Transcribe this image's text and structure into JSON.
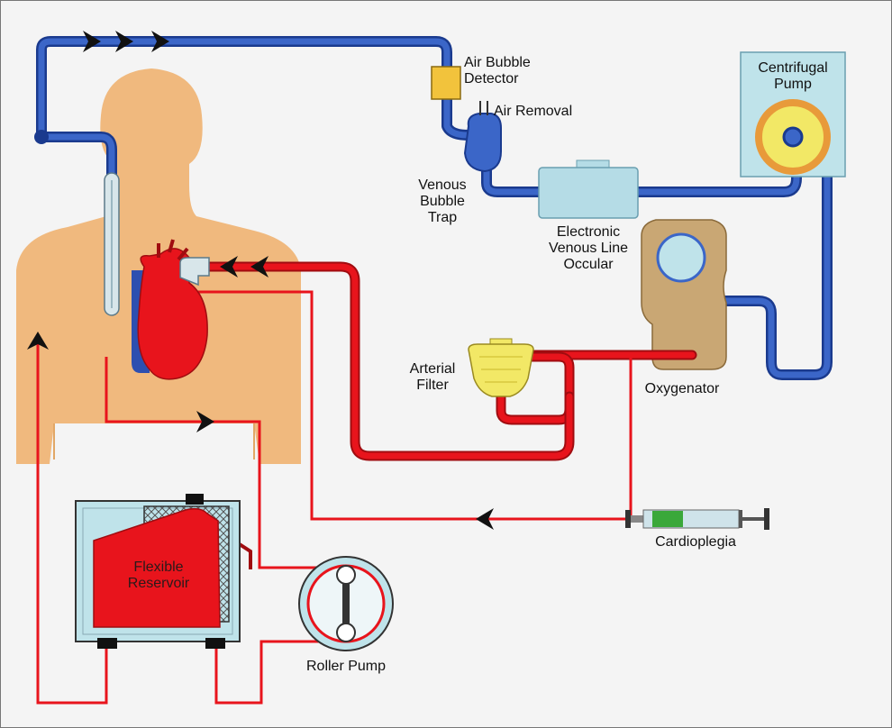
{
  "labels": {
    "air_bubble_detector": [
      "Air Bubble",
      "Detector"
    ],
    "air_removal": "Air Removal",
    "centrifugal_pump": [
      "Centrifugal",
      "Pump"
    ],
    "venous_bubble_trap": [
      "Venous",
      "Bubble",
      "Trap"
    ],
    "electronic_venous_line_occular": [
      "Electronic",
      "Venous Line",
      "Occular"
    ],
    "arterial_filter": [
      "Arterial",
      "Filter"
    ],
    "oxygenator": "Oxygenator",
    "cardioplegia": "Cardioplegia",
    "flexible_reservoir": [
      "Flexible",
      "Reservoir"
    ],
    "roller_pump": "Roller Pump"
  },
  "colors": {
    "venous_line": "#2a4fb4",
    "arterial_line": "#e8141c",
    "body": "#f0b97e",
    "heart": "#e8141c",
    "vena_cava": "#2d4fb0",
    "detector": "#f2c33c",
    "filter": "#f2e866",
    "pump_housing": "#bfe3ea",
    "oxygenator_housing": "#c9a774"
  }
}
